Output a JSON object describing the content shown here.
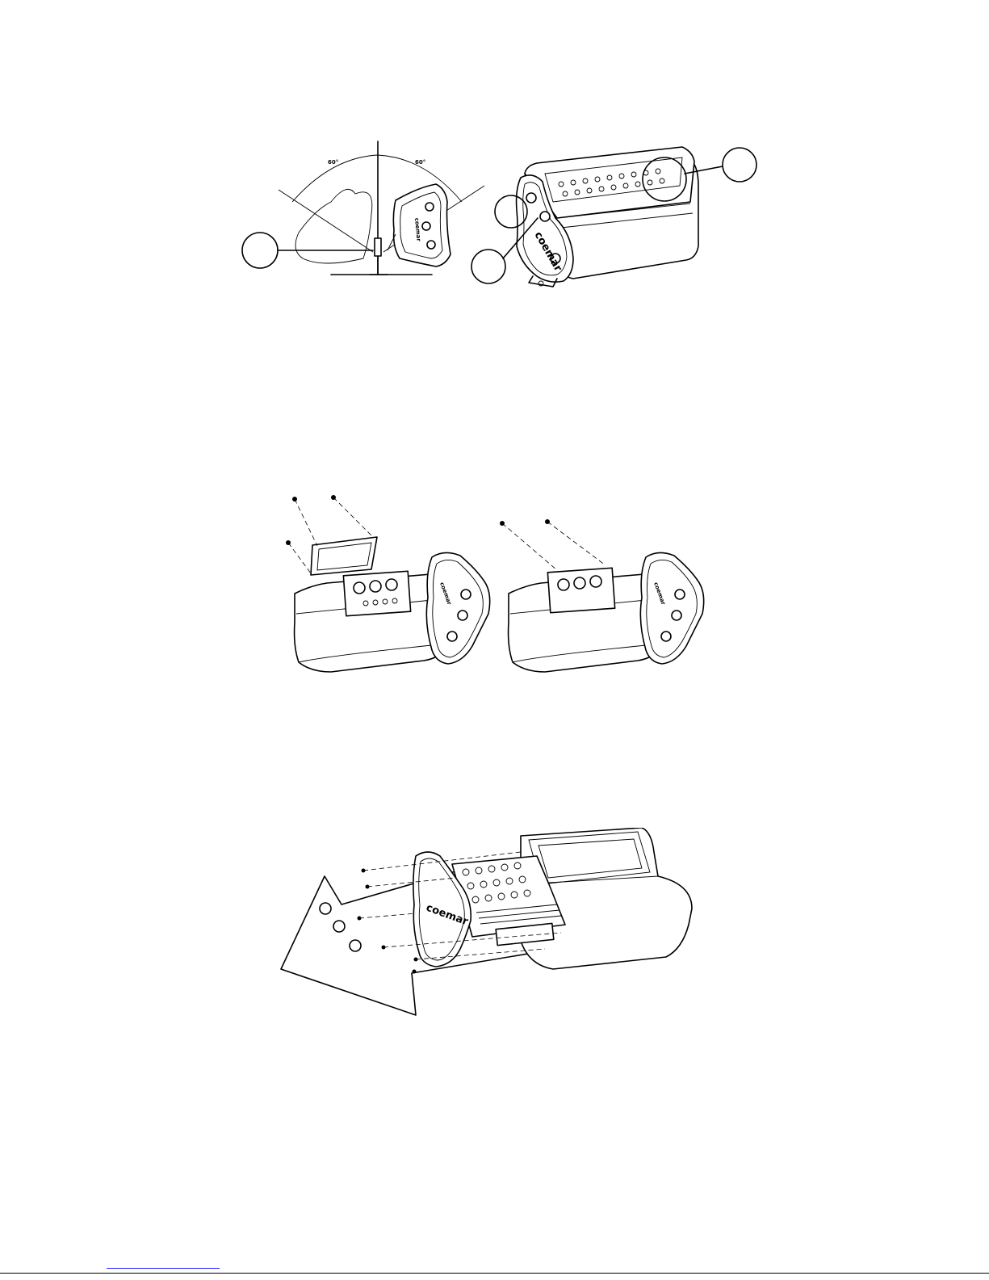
{
  "figures": {
    "mounting": {
      "angle_left": "60°",
      "angle_right": "60°",
      "brand_text": "coemar"
    },
    "cover_removal": {
      "brand_text": "coemar"
    },
    "front_removal": {
      "brand_text": "coemar"
    }
  },
  "colors": {
    "line": "#000000",
    "background": "#ffffff",
    "footer_link": "#2020ff"
  }
}
